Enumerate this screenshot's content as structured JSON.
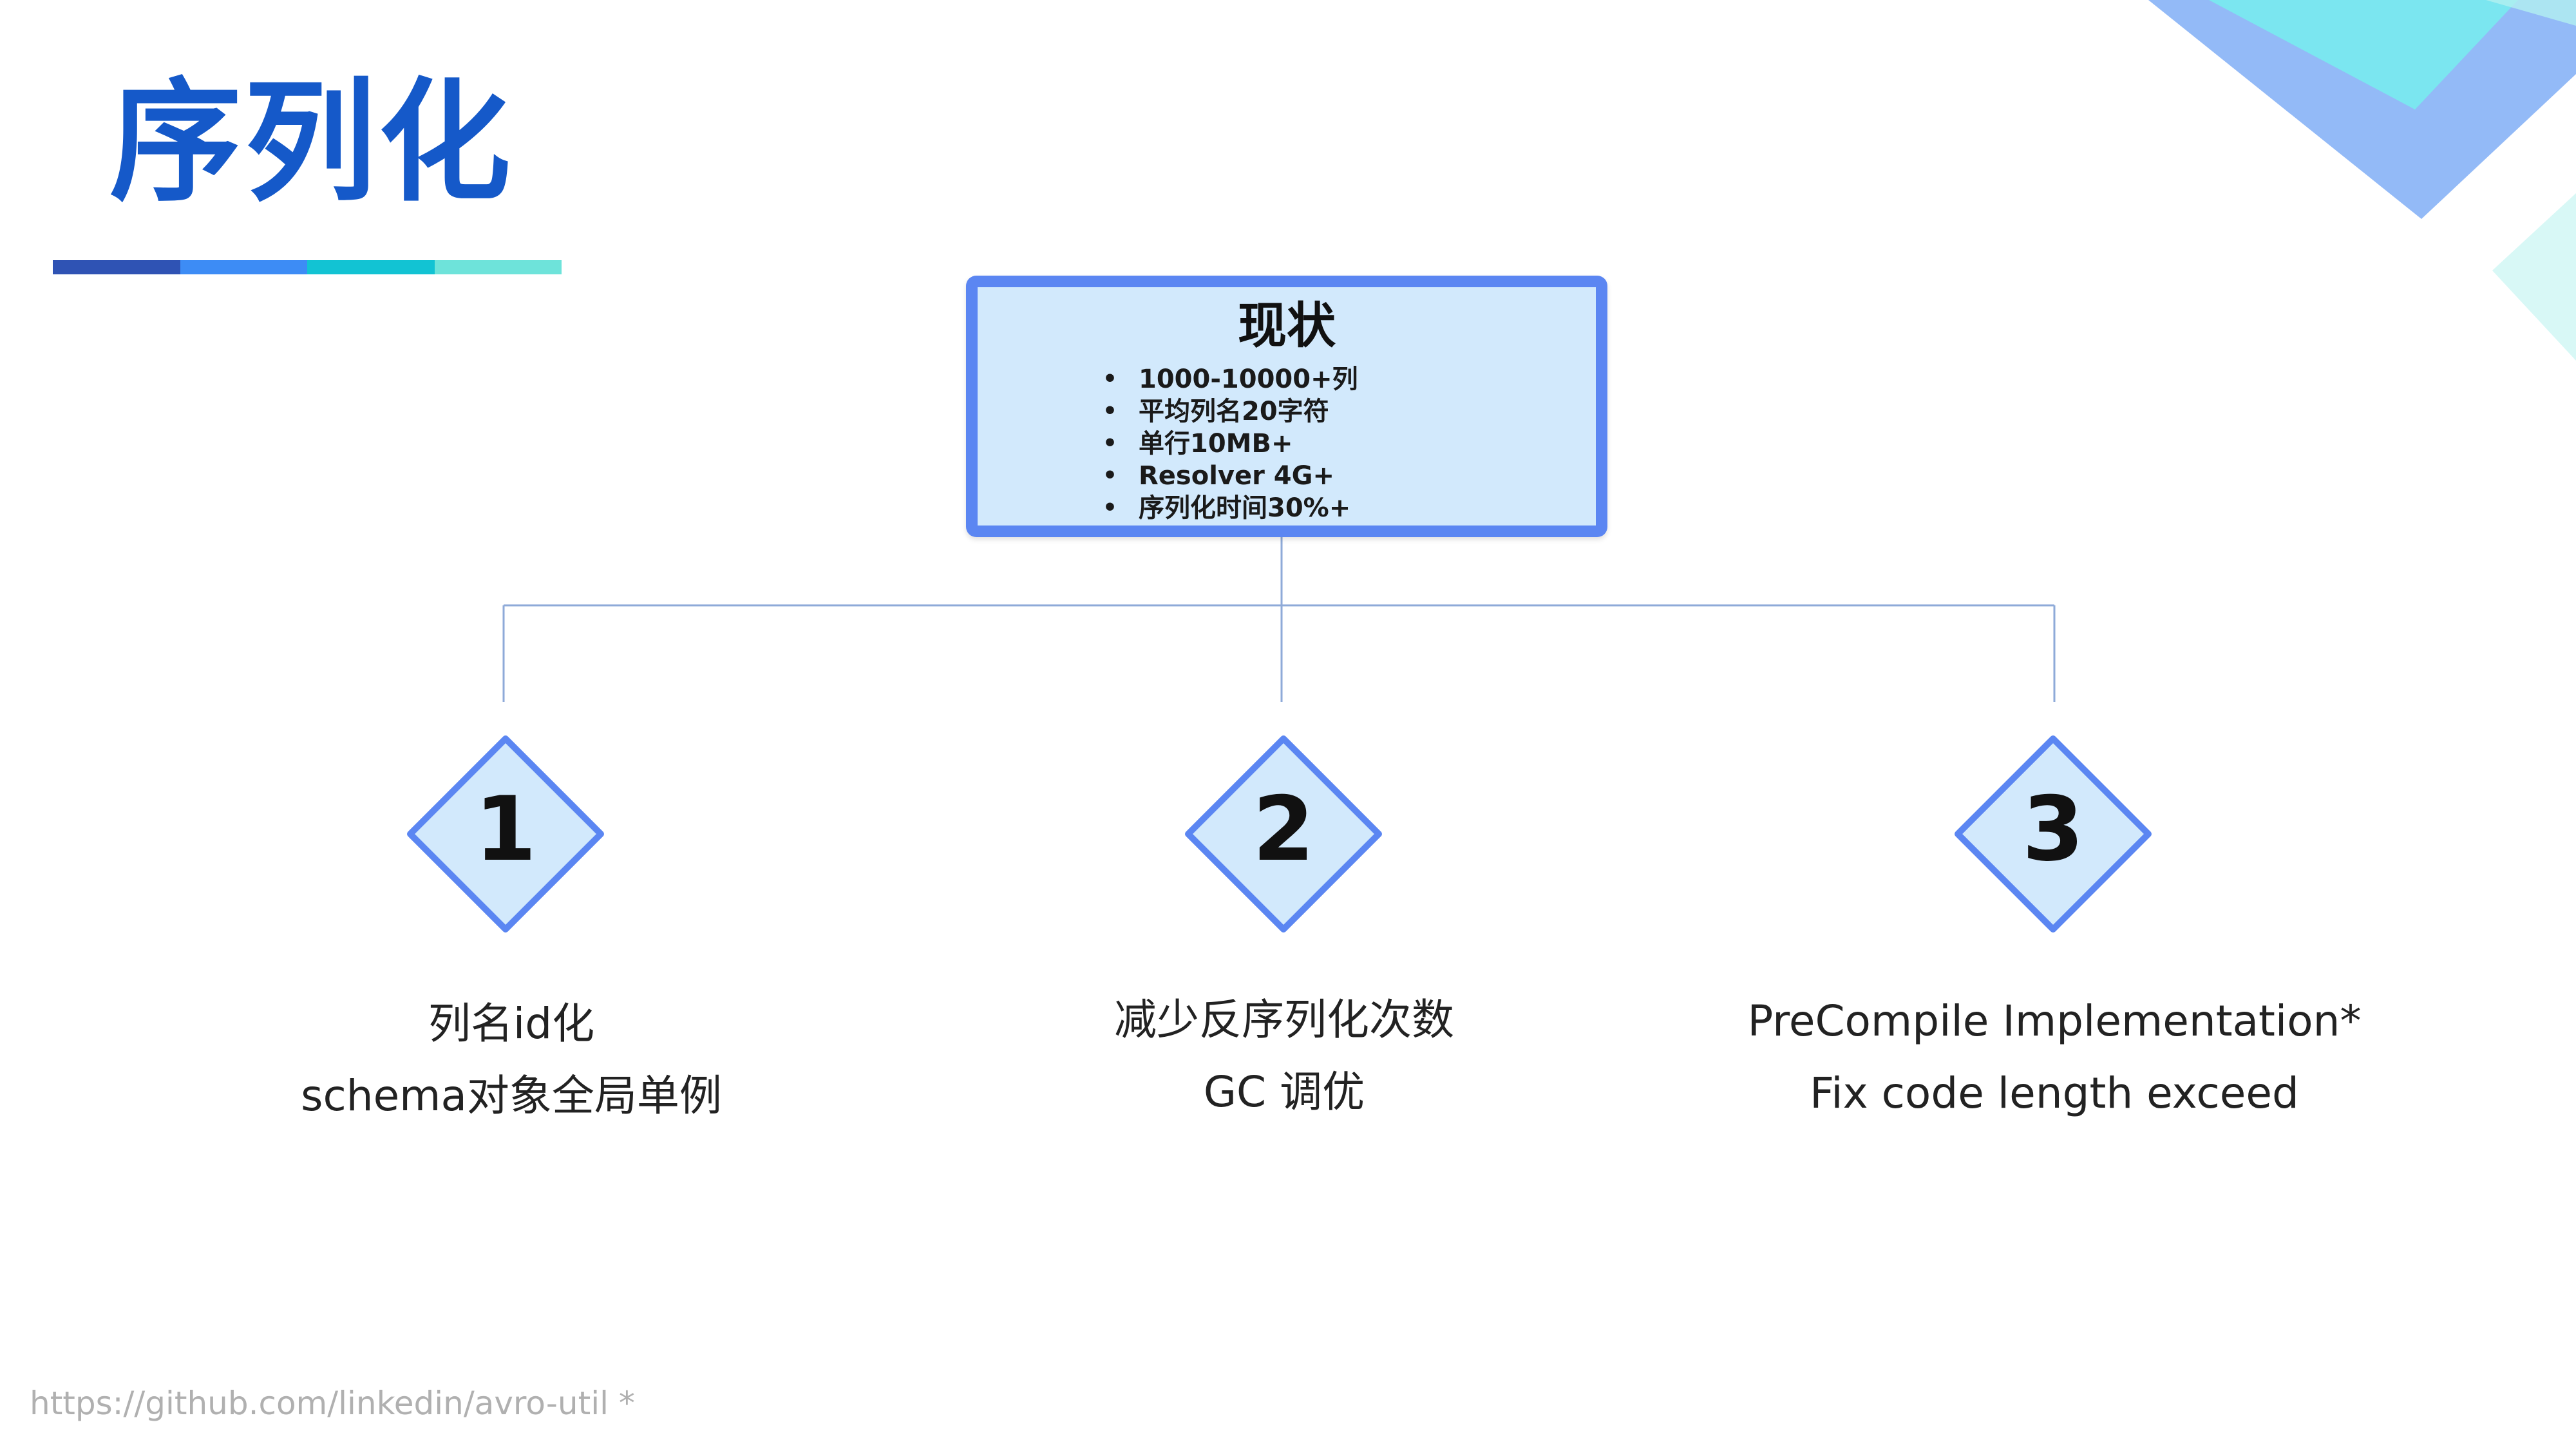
{
  "title": "序列化",
  "center": {
    "heading": "现状",
    "items": [
      "1000-10000+列",
      "平均列名20字符",
      "单行10MB+",
      "Resolver 4G+",
      "序列化时间30%+"
    ]
  },
  "branches": [
    {
      "number": "1",
      "line1": "列名id化",
      "line2": "schema对象全局单例"
    },
    {
      "number": "2",
      "line1": "减少反序列化次数",
      "line2": "GC 调优"
    },
    {
      "number": "3",
      "line1": "PreCompile Implementation*",
      "line2": "Fix code length exceed"
    }
  ],
  "footer": {
    "url": "https://github.com/linkedin/avro-util *"
  },
  "colors": {
    "title": "#1559c9",
    "accent": "#5b86f2",
    "box_fill": "#d2e9fc",
    "connector": "#8eaad8",
    "bar": [
      "#2f53b4",
      "#3d8cf5",
      "#12c3d3",
      "#6ee3da"
    ]
  }
}
